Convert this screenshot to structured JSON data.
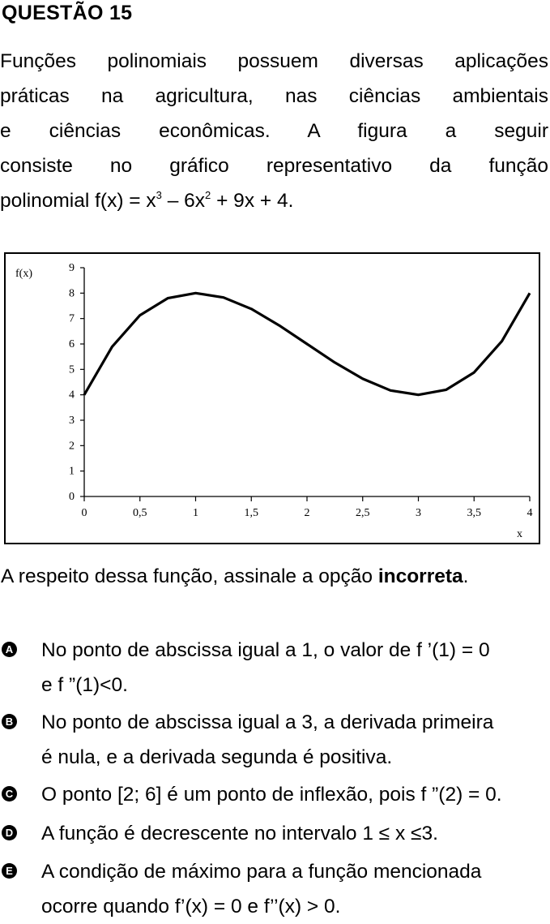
{
  "header": {
    "title": "QUESTÃO 15"
  },
  "intro": {
    "lines": [
      "Funções polinomiais possuem diversas aplicações",
      "práticas na agricultura, nas ciências ambientais",
      "e ciências econômicas. A figura a seguir",
      "consiste no gráfico representativo da função"
    ],
    "last_line_prefix": "polinomial f(x) = x",
    "exp3": "3",
    "middle": " –  6x",
    "exp2": "2",
    "last_line_suffix": " + 9x + 4."
  },
  "chart_data": {
    "type": "line",
    "ylabel": "f(x)",
    "xlabel": "x",
    "xlim": [
      0,
      4
    ],
    "ylim": [
      0,
      9
    ],
    "x_ticks": [
      "0",
      "0,5",
      "1",
      "1,5",
      "2",
      "2,5",
      "3",
      "3,5",
      "4"
    ],
    "y_ticks": [
      "0",
      "1",
      "2",
      "3",
      "4",
      "5",
      "6",
      "7",
      "8",
      "9"
    ],
    "grid": false,
    "series": [
      {
        "x": [
          0,
          0.25,
          0.5,
          0.75,
          1,
          1.25,
          1.5,
          1.75,
          2,
          2.25,
          2.5,
          2.75,
          3,
          3.25,
          3.5,
          3.75,
          4
        ],
        "values": [
          4,
          5.89,
          7.13,
          7.8,
          8,
          7.83,
          7.38,
          6.73,
          6,
          5.27,
          4.63,
          4.17,
          4,
          4.2,
          4.88,
          6.11,
          8
        ]
      }
    ],
    "line_color": "#000000"
  },
  "question": {
    "prefix": "A respeito dessa função, assinale a opção ",
    "emphasis": "incorreta",
    "suffix": "."
  },
  "options": [
    {
      "letter": "A",
      "lines": [
        "No ponto de abscissa igual a 1, o valor de f ’(1) = 0",
        "e f ”(1)<0."
      ]
    },
    {
      "letter": "B",
      "lines": [
        "No ponto de abscissa igual a 3, a derivada primeira",
        "é nula, e a derivada segunda é positiva."
      ]
    },
    {
      "letter": "C",
      "lines": [
        "O ponto [2; 6] é um ponto de inflexão, pois f ”(2) = 0."
      ]
    },
    {
      "letter": "D",
      "lines": [
        "A função é decrescente no intervalo 1  ≤  x  ≤3."
      ]
    },
    {
      "letter": "E",
      "lines": [
        "A condição de máximo para a função mencionada",
        "ocorre quando f’(x) = 0 e f’’(x) > 0."
      ]
    }
  ]
}
